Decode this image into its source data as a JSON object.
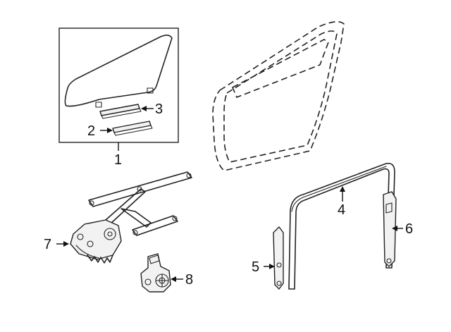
{
  "callouts": [
    {
      "id": "glass",
      "text": "1"
    },
    {
      "id": "channel-lower",
      "text": "2"
    },
    {
      "id": "channel-upper",
      "text": "3"
    },
    {
      "id": "run-channel",
      "text": "4"
    },
    {
      "id": "front-division-bar",
      "text": "5"
    },
    {
      "id": "rear-division-bar",
      "text": "6"
    },
    {
      "id": "regulator",
      "text": "7"
    },
    {
      "id": "motor",
      "text": "8"
    }
  ]
}
